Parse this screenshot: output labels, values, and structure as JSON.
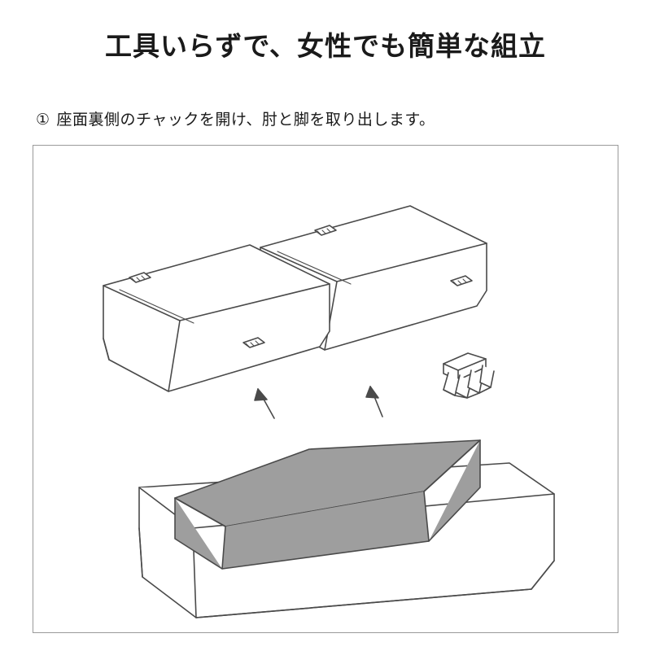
{
  "headline": "工具いらずで、女性でも簡単な組立",
  "step": {
    "number": "①",
    "text": "座面裏側のチャックを開け、肘と脚を取り出します。"
  },
  "figure": {
    "caption_alt": "座面の中から肘掛け2つと脚部品を取り出す組立図",
    "parts": [
      {
        "name": "左肘掛けクッション"
      },
      {
        "name": "右肘掛けクッション"
      },
      {
        "name": "脚パーツ"
      },
      {
        "name": "座面本体"
      },
      {
        "name": "座面カバー(チャック開口部)"
      }
    ],
    "arrows": [
      {
        "name": "左肘掛け取り出し矢印"
      },
      {
        "name": "右肘掛け取り出し矢印"
      }
    ]
  },
  "colors": {
    "line": "#4a4a4a",
    "fill_light": "#ffffff",
    "fill_shade": "#e4e4e4",
    "fill_dark": "#9e9e9e",
    "frame": "#9a9a9a",
    "text": "#1a1a1a"
  }
}
